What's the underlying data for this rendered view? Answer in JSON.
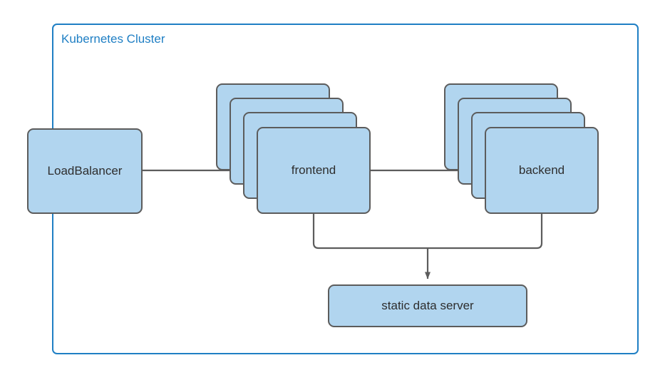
{
  "diagram": {
    "title": "Kubernetes Cluster",
    "cluster": {
      "label": "Kubernetes Cluster",
      "border_color": "#1f7fc4",
      "label_color": "#1f7fc4"
    },
    "node_style": {
      "fill": "#b1d5ef",
      "stroke": "#5c5c5c",
      "text_color": "#2e2e2e"
    },
    "edge_color": "#5c5c5c",
    "nodes": [
      {
        "id": "loadbalancer",
        "label": "LoadBalancer",
        "kind": "single",
        "replicas": 1
      },
      {
        "id": "frontend",
        "label": "frontend",
        "kind": "stack",
        "replicas": 4
      },
      {
        "id": "backend",
        "label": "backend",
        "kind": "stack",
        "replicas": 4
      },
      {
        "id": "static-data-server",
        "label": "static data server",
        "kind": "single",
        "replicas": 1
      }
    ],
    "edges": [
      {
        "from": "loadbalancer",
        "to": "frontend",
        "arrow": true
      },
      {
        "from": "frontend",
        "to": "backend",
        "arrow": true
      },
      {
        "from": "frontend",
        "to": "static-data-server",
        "arrow": true
      },
      {
        "from": "backend",
        "to": "static-data-server",
        "arrow": true
      }
    ]
  }
}
